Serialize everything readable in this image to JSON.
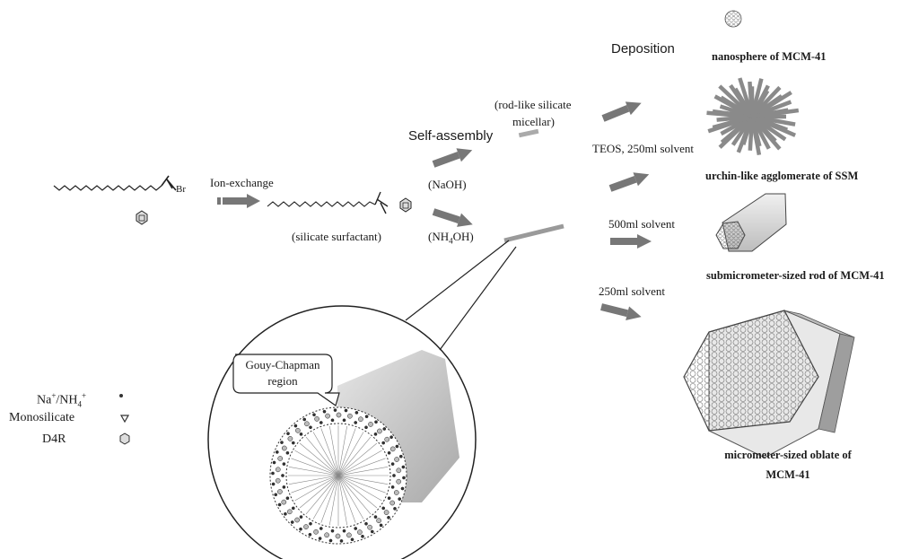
{
  "labels": {
    "deposition": "Deposition",
    "nanosphere": "nanosphere of MCM-41",
    "rod_like_line1": "(rod-like silicate",
    "rod_like_line2": "micellar)",
    "self_assembly": "Self-assembly",
    "teos_250": "TEOS, 250ml solvent",
    "urchin": "urchin-like agglomerate of SSM",
    "ion_exchange": "Ion-exchange",
    "naoh": "(NaOH)",
    "nh4oh_prefix": "(NH",
    "nh4oh_sub": "4",
    "nh4oh_suffix": "OH)",
    "silicate_surfactant": "(silicate surfactant)",
    "br": "Br",
    "solvent_500": "500ml solvent",
    "submicrometer_rod": "submicrometer-sized rod of MCM-41",
    "solvent_250": "250ml solvent",
    "gouy_line1": "Gouy-Chapman",
    "gouy_line2": "region",
    "micrometer_line1": "micrometer-sized oblate of",
    "micrometer_line2": "MCM-41"
  },
  "legend": {
    "na_prefix": "Na",
    "na_sup": "+",
    "na_mid": "/NH",
    "na_sub": "4",
    "na_sup2": "+",
    "monosilicate": "Monosilicate",
    "d4r": "D4R"
  },
  "colors": {
    "arrow": "#7a7a7a",
    "micelle_rod": "#9a9a9a",
    "urchin": "#8a8a8a",
    "line": "#222222",
    "gouy_dots": "#333333"
  }
}
